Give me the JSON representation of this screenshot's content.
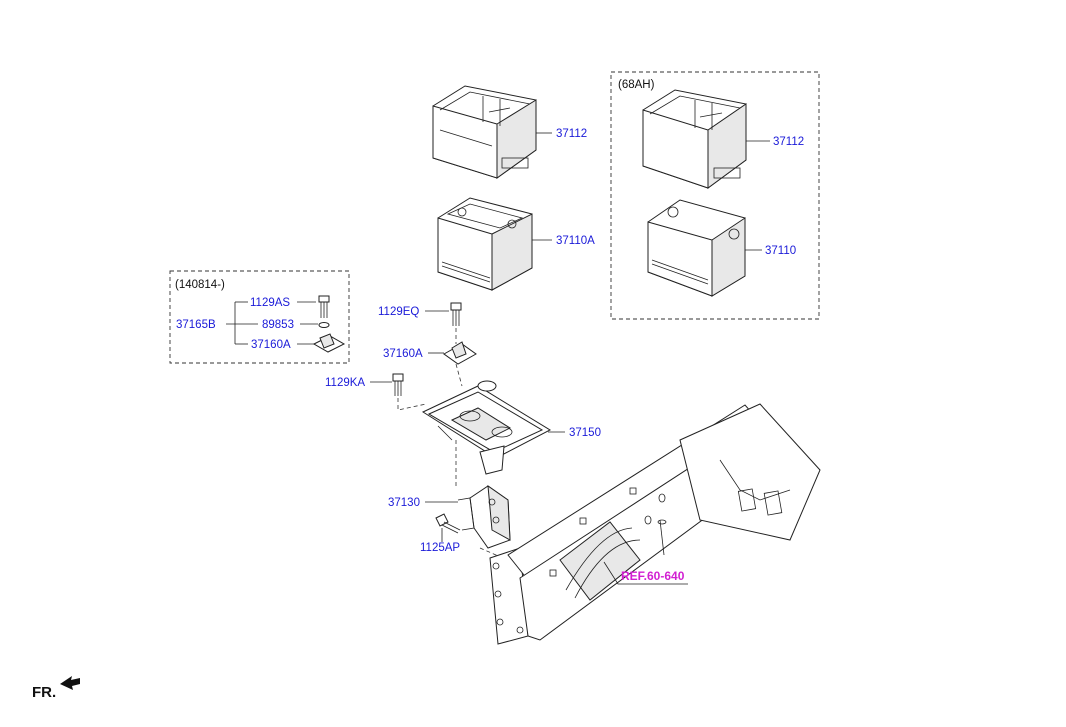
{
  "labels": {
    "p37112_main": "37112",
    "p37110a": "37110A",
    "p37112_68": "37112",
    "p37110_68": "37110",
    "p1129as": "1129AS",
    "p37165b": "37165B",
    "p89853": "89853",
    "p37160a_kit": "37160A",
    "p1129eq": "1129EQ",
    "p37160a": "37160A",
    "p1129ka": "1129KA",
    "p37150": "37150",
    "p37130": "37130",
    "p1125ap": "1125AP"
  },
  "box_68ah": {
    "title": "(68AH)"
  },
  "box_140814": {
    "title": "(140814-)"
  },
  "reference": {
    "text": "REF.60-640",
    "color": "#d21fd2"
  },
  "direction": {
    "text": "FR."
  },
  "colors": {
    "label": "#1a1ad8",
    "line": "#222222"
  }
}
